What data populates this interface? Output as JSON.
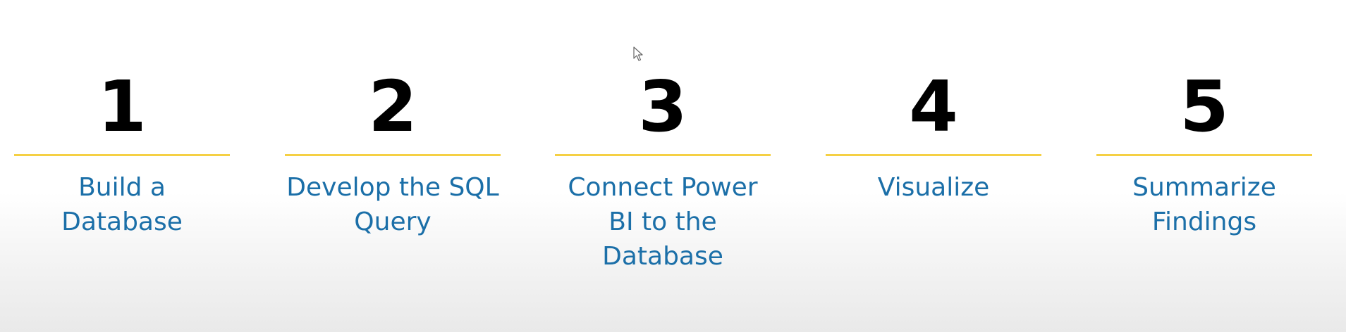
{
  "steps": [
    {
      "number": "1",
      "label": "Build a Database"
    },
    {
      "number": "2",
      "label": "Develop the SQL Query"
    },
    {
      "number": "3",
      "label": "Connect Power BI to the Database"
    },
    {
      "number": "4",
      "label": "Visualize"
    },
    {
      "number": "5",
      "label": "Summarize Findings"
    }
  ],
  "colors": {
    "number": "#000000",
    "rule": "#f5d044",
    "label": "#1b6fa8"
  },
  "icons": {
    "pointer": "mouse-pointer-icon"
  }
}
